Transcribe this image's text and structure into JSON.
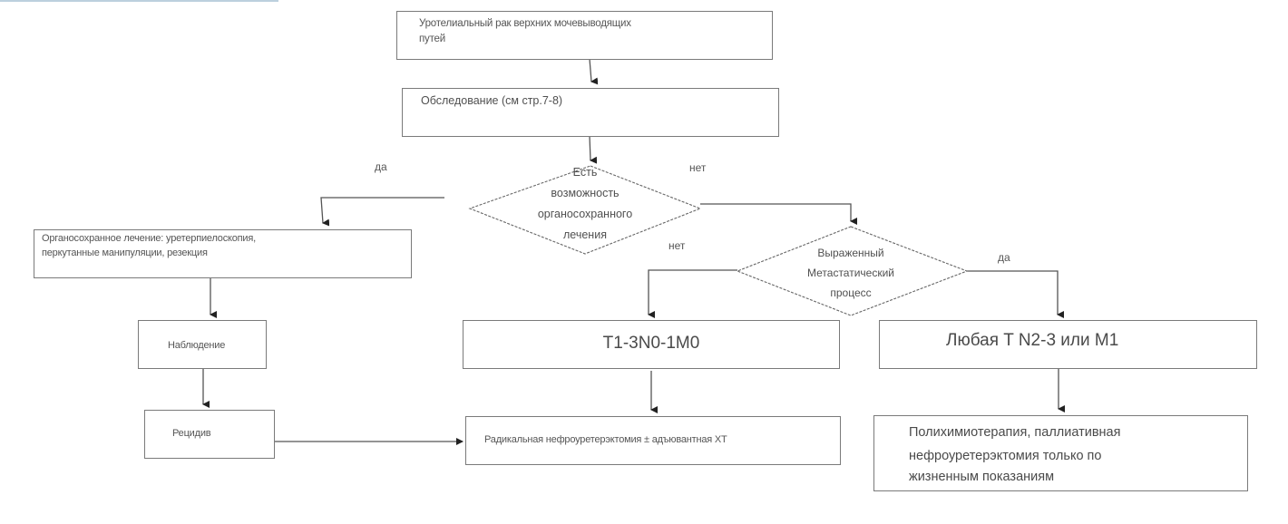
{
  "flowchart": {
    "nodes": {
      "start": "Уротелиальный рак верхних мочевыводящих путей",
      "exam": "Обследование (см стр.7-8)",
      "decision_organ": "Есть возможность органосохранного лечения",
      "organ_treatment": "Органосохранное  лечение: уретерпиелоскопия, перкутанные манипуляции, резекция",
      "observation": "Наблюдение",
      "relapse": "Рецидив",
      "decision_meta": "Выраженный Метастатический процесс",
      "stage_local": "T1-3N0-1M0",
      "stage_advanced": "Любая T N2-3  или M1",
      "radical": "Радикальная нефроуретерэктомия  ± адъювантная ХТ",
      "poly": "Полихимиотерапия, паллиативная нефроуретерэктомия только по жизненным показаниям"
    },
    "decision_organ_lines": [
      "Есть",
      "возможность",
      "органосохранного",
      "лечения"
    ],
    "decision_meta_lines": [
      "Выраженный",
      "Метастатический",
      "процесс"
    ],
    "start_lines": [
      "Уротелиальный рак верхних мочевыводящих",
      "путей"
    ],
    "organ_lines": [
      "Органосохранное  лечение: уретерпиелоскопия,",
      "перкутанные манипуляции, резекция"
    ],
    "poly_lines": [
      "Полихимиотерапия, паллиативная",
      "нефроуретерэктомия только по",
      "жизненным показаниям"
    ],
    "edge_labels": {
      "organ_yes": "да",
      "organ_no": "нет",
      "meta_no": "нет",
      "meta_yes": "да"
    }
  }
}
